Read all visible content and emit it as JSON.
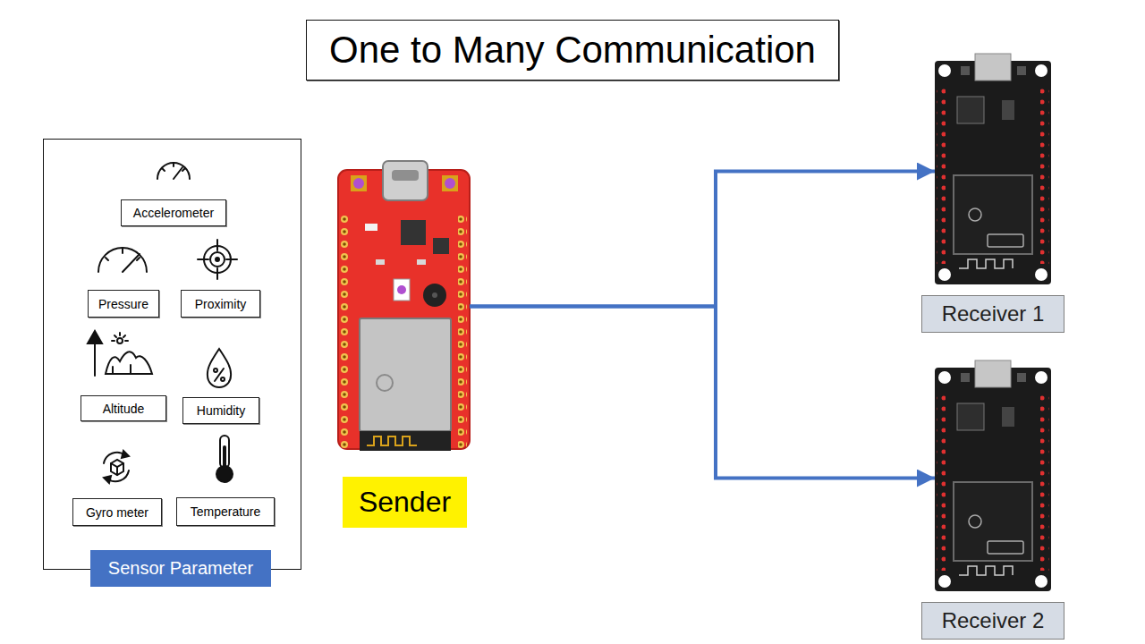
{
  "diagram": {
    "title": "One to Many Communication",
    "nodes": [
      {
        "text": [
          "Sensor Parameter"
        ]
      },
      {
        "text": [
          "Accelerometer"
        ],
        "in": 0
      },
      {
        "text": [
          "Pressure"
        ],
        "in": 0
      },
      {
        "text": [
          "Proximity"
        ],
        "in": 0
      },
      {
        "text": [
          "Altitude"
        ],
        "in": 0
      },
      {
        "text": [
          "Humidity"
        ],
        "in": 0
      },
      {
        "text": [
          "Gyro meter"
        ],
        "in": 0
      },
      {
        "text": [
          "Temperature"
        ],
        "in": 0
      },
      {
        "text": [
          "Sender"
        ]
      },
      {
        "text": [
          "Receiver 1"
        ]
      },
      {
        "text": [
          "Receiver 2"
        ]
      }
    ],
    "edges": [
      {
        "from": 8,
        "to": 9,
        "arrow": "to"
      },
      {
        "from": 8,
        "to": 10,
        "arrow": "to"
      }
    ]
  }
}
